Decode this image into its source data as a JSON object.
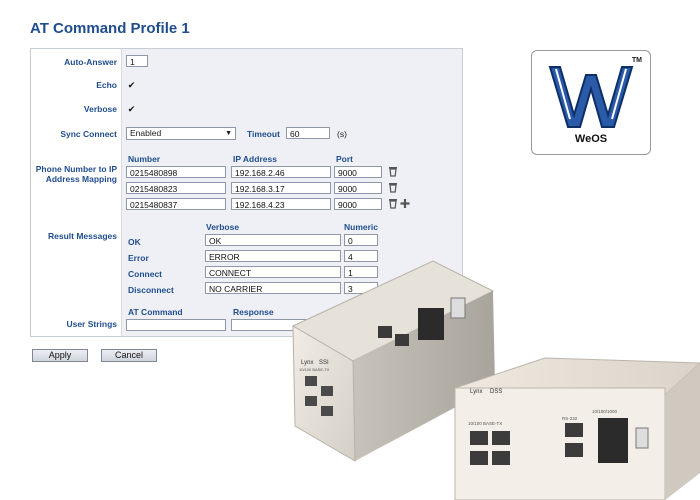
{
  "page_title": "AT Command Profile 1",
  "auto_answer": {
    "label": "Auto-Answer",
    "value": "1"
  },
  "echo": {
    "label": "Echo",
    "checked": true
  },
  "verbose": {
    "label": "Verbose",
    "checked": true
  },
  "sync_connect": {
    "label": "Sync Connect",
    "value": "Enabled",
    "timeout_label": "Timeout",
    "timeout_value": "60",
    "timeout_unit": "(s)"
  },
  "phone_mapping": {
    "label": "Phone Number to IP Address Mapping",
    "headers": {
      "number": "Number",
      "ip": "IP Address",
      "port": "Port"
    },
    "rows": [
      {
        "number": "0215480898",
        "ip": "192.168.2.46",
        "port": "9000"
      },
      {
        "number": "0215480823",
        "ip": "192.168.3.17",
        "port": "9000"
      },
      {
        "number": "0215480837",
        "ip": "192.168.4.23",
        "port": "9000"
      }
    ]
  },
  "result_messages": {
    "label": "Result Messages",
    "headers": {
      "verbose": "Verbose",
      "numeric": "Numeric"
    },
    "rows": [
      {
        "name": "OK",
        "verbose": "OK",
        "numeric": "0"
      },
      {
        "name": "Error",
        "verbose": "ERROR",
        "numeric": "4"
      },
      {
        "name": "Connect",
        "verbose": "CONNECT",
        "numeric": "1"
      },
      {
        "name": "Disconnect",
        "verbose": "NO CARRIER",
        "numeric": "3"
      }
    ]
  },
  "user_strings": {
    "label": "User Strings",
    "headers": {
      "at_command": "AT Command",
      "response": "Response"
    },
    "at_command_value": "",
    "response_value": ""
  },
  "buttons": {
    "apply": "Apply",
    "cancel": "Cancel"
  },
  "logo": {
    "brand": "WeOS",
    "tm": "TM"
  },
  "devices": {
    "left": {
      "brand": "Lynx",
      "model": "SSI",
      "port_label": "10/100 BASE-TX"
    },
    "right": {
      "brand": "Lynx",
      "model": "DSS",
      "port_label": "10/100 BASE-TX",
      "serial_label": "RS-232",
      "sfp_label": "10/100/1000"
    }
  },
  "colors": {
    "title": "#1f4d8c",
    "panel_bg": "#eef0f5",
    "border": "#c7cdd6"
  }
}
